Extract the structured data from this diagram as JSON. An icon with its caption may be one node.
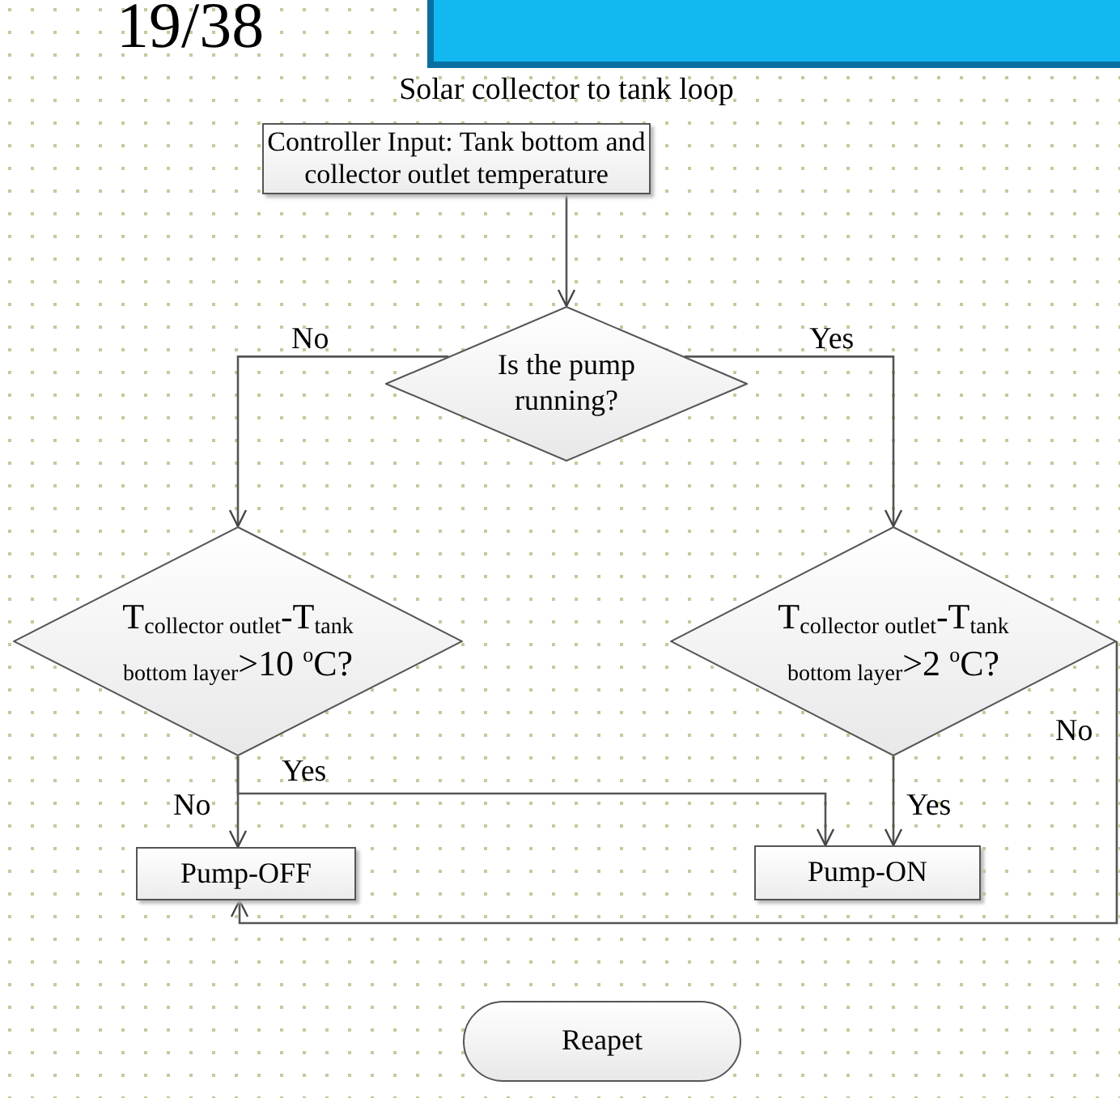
{
  "diagram": {
    "title": "Solar collector to tank loop",
    "nodes": [
      {
        "text": [
          "Controller Input: Tank bottom and collector outlet temperature"
        ]
      },
      {
        "text": [
          "Is the pump running?"
        ]
      },
      {
        "text": [
          "T$_{collector outlet}$-T$_{tank}$ $_{bottom layer}$>10 $^{o}$C?"
        ]
      },
      {
        "text": [
          "T$_{collector outlet}$-T$_{tank}$ $_{bottom layer}$>2 $^{o}$C?"
        ]
      },
      {
        "text": [
          "Pump-OFF"
        ]
      },
      {
        "text": [
          "Pump-ON"
        ]
      },
      {
        "text": [
          "Reapet"
        ]
      },
      {
        "text": [],
        "shape": "box"
      }
    ],
    "edges": [
      {
        "from": 0,
        "to": 1,
        "arrow": "to"
      },
      {
        "from": 1,
        "to": 2,
        "arrow": "to",
        "label": "No"
      },
      {
        "from": 1,
        "to": 3,
        "arrow": "to",
        "label": "Yes"
      },
      {
        "from": 2,
        "to": 4,
        "arrow": "to",
        "label": "No"
      },
      {
        "from": 2,
        "to": 5,
        "arrow": "to",
        "label": "Yes"
      },
      {
        "from": 3,
        "to": 5,
        "arrow": "to",
        "label": "Yes"
      },
      {
        "from": 3,
        "to": 4,
        "arrow": "to",
        "label": "No"
      }
    ],
    "labels": [
      "19/38"
    ]
  }
}
